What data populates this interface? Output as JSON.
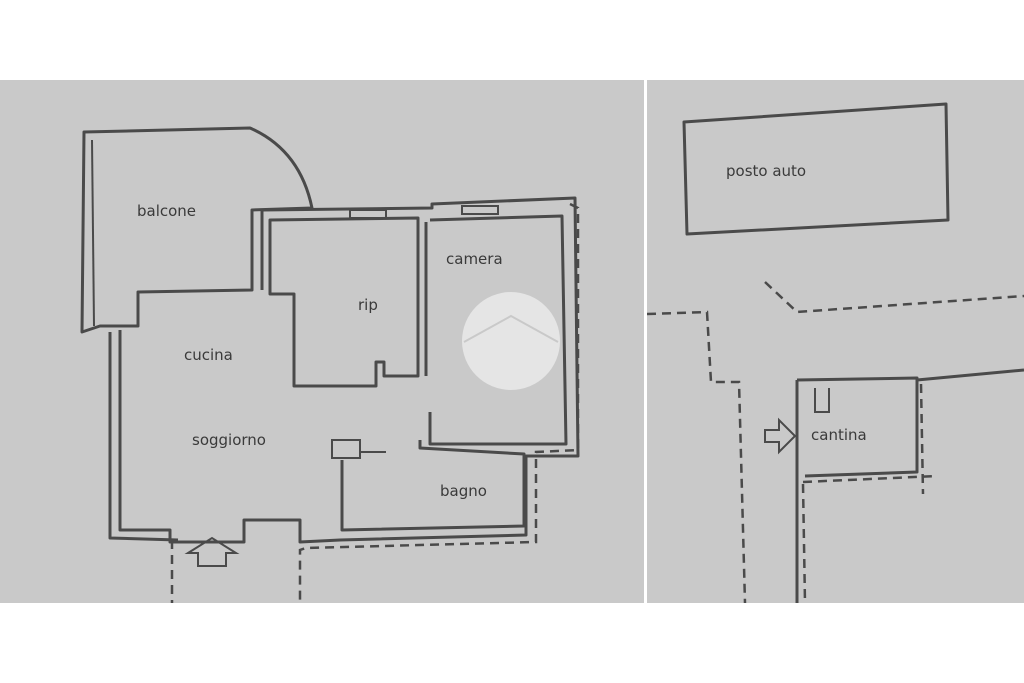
{
  "rooms": {
    "balcony": "balcone",
    "storage": "rip",
    "bedroom": "camera",
    "kitchen": "cucina",
    "living": "soggiorno",
    "bathroom": "bagno"
  },
  "annex": {
    "parking": "posto auto",
    "cellar": "cantina"
  },
  "colors": {
    "paper": "#c9c9c9",
    "lines": "#4a4a4a",
    "text": "#3a3a3a"
  },
  "icons": [
    "entrance-arrow-icon",
    "cellar-entrance-arrow-icon",
    "watermark-logo-icon"
  ]
}
